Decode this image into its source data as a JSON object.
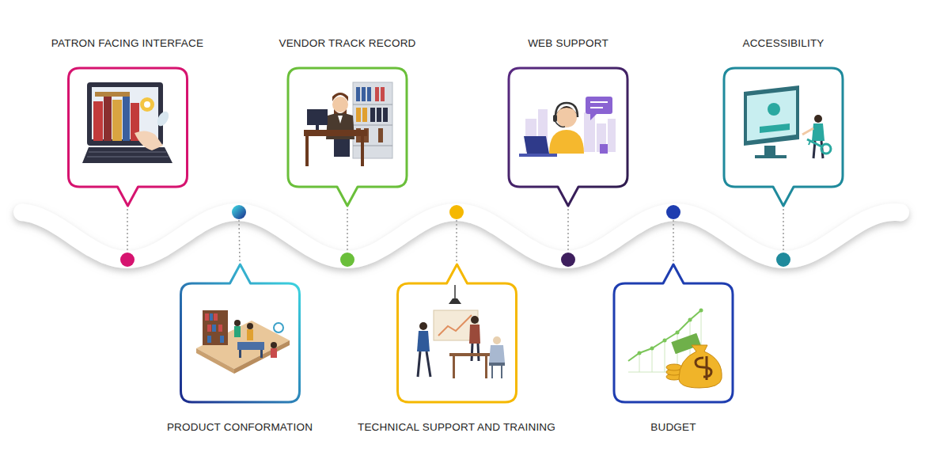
{
  "diagram": {
    "nodes": [
      {
        "text": [
          "PATRON FACING INTERFACE"
        ]
      },
      {
        "text": [
          "PRODUCT CONFORMATION"
        ]
      },
      {
        "text": [
          "VENDOR TRACK RECORD"
        ]
      },
      {
        "text": [
          "TECHNICAL SUPPORT AND TRAINING"
        ]
      },
      {
        "text": [
          "WEB SUPPORT"
        ]
      },
      {
        "text": [
          "BUDGET"
        ]
      },
      {
        "text": [
          "ACCESSIBILITY"
        ]
      }
    ]
  }
}
